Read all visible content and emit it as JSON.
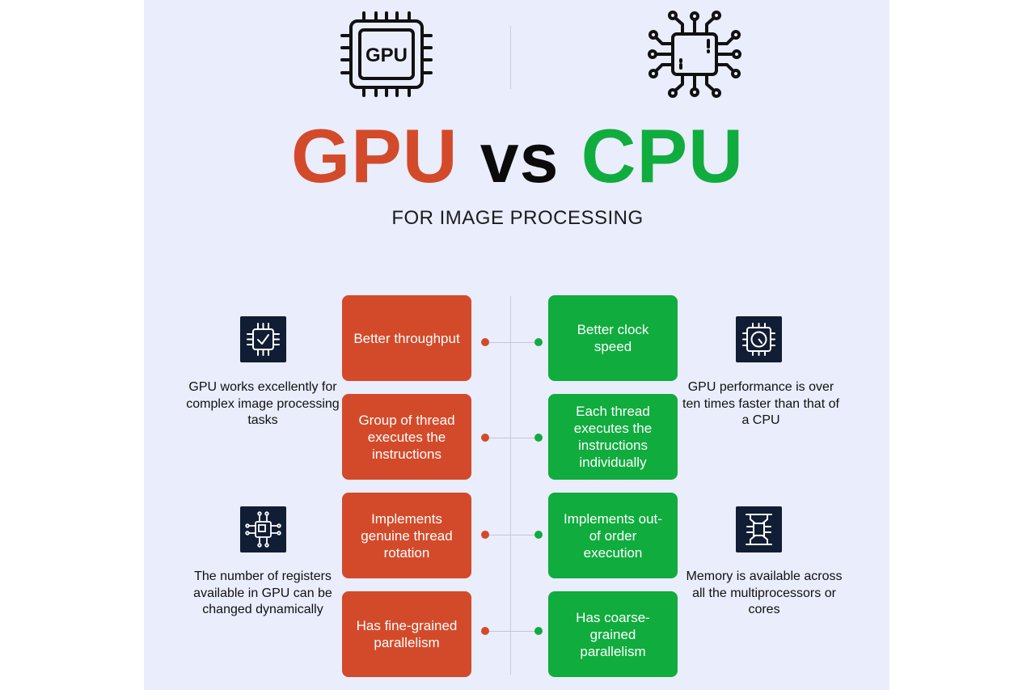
{
  "header": {
    "gpu_chip_label": "GPU",
    "title_gpu": "GPU",
    "title_vs": "vs",
    "title_cpu": "CPU",
    "subtitle": "FOR IMAGE PROCESSING"
  },
  "comparisons": [
    {
      "gpu": "Better throughput",
      "cpu": "Better clock speed"
    },
    {
      "gpu": "Group of thread executes the instructions",
      "cpu": "Each thread executes the instructions individually"
    },
    {
      "gpu": "Implements genuine thread rotation",
      "cpu": "Implements out-of order execution"
    },
    {
      "gpu": "Has fine-grained parallelism",
      "cpu": "Has coarse-grained parallelism"
    }
  ],
  "notes": {
    "left_top": "GPU works excellently for complex image processing tasks",
    "right_top": "GPU performance is over ten times faster than that of a CPU",
    "left_bottom": "The number of registers available in GPU can be changed dynamically",
    "right_bottom": "Memory is available across all the multiprocessors or cores"
  },
  "icons": {
    "gpu_header": "gpu-chip-icon",
    "cpu_header": "cpu-circuit-icon",
    "left_top": "chip-check-icon",
    "right_top": "chip-speedometer-icon",
    "left_bottom": "chip-circuit-icon",
    "right_bottom": "memory-chip-icon"
  },
  "colors": {
    "gpu": "#d34a2a",
    "cpu": "#10ac3e",
    "background": "#eaedfb",
    "icon_tile": "#111d34"
  }
}
